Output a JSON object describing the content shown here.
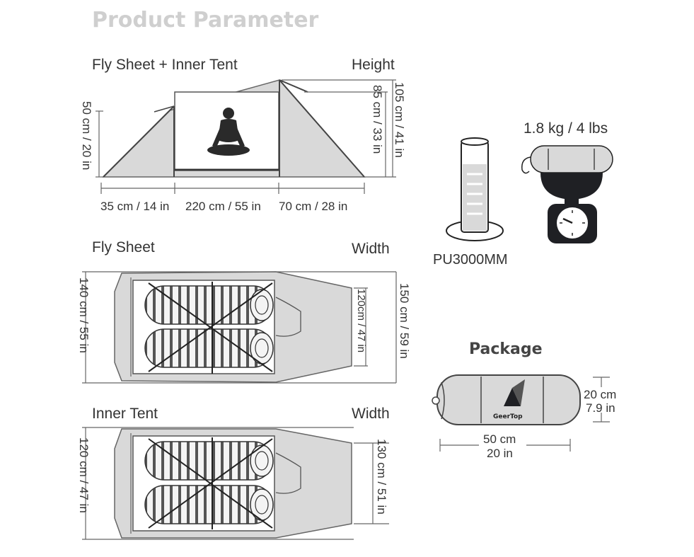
{
  "title": "Product Parameter",
  "side_view": {
    "label": "Fly Sheet + Inner Tent",
    "height_label": "Height",
    "dims": {
      "vestibule_height": "50 cm / 20 in",
      "inner_height": "85 cm / 33 in",
      "total_height": "105 cm / 41 in",
      "front_length": "35 cm / 14 in",
      "inner_length": "220 cm / 55 in",
      "rear_length": "70 cm / 28 in"
    }
  },
  "fly_sheet": {
    "label": "Fly Sheet",
    "width_label": "Width",
    "dims": {
      "left": "140 cm / 55 in",
      "inner": "120cm / 47 in",
      "right": "150 cm / 59 in"
    }
  },
  "inner_tent": {
    "label": "Inner Tent",
    "width_label": "Width",
    "dims": {
      "left": "120 cm / 47 in",
      "right": "130 cm / 51 in"
    }
  },
  "waterproof": {
    "label": "PU3000MM"
  },
  "weight": {
    "label": "1.8 kg / 4 lbs"
  },
  "package": {
    "title": "Package",
    "brand": "GeerTop",
    "height_cm": "20 cm",
    "height_in": "7.9 in",
    "length_cm": "50 cm",
    "length_in": "20 in"
  },
  "colors": {
    "fabric": "#d9d9d9",
    "line": "#555555",
    "scale": "#1f2024",
    "title": "#cfcfcf"
  }
}
